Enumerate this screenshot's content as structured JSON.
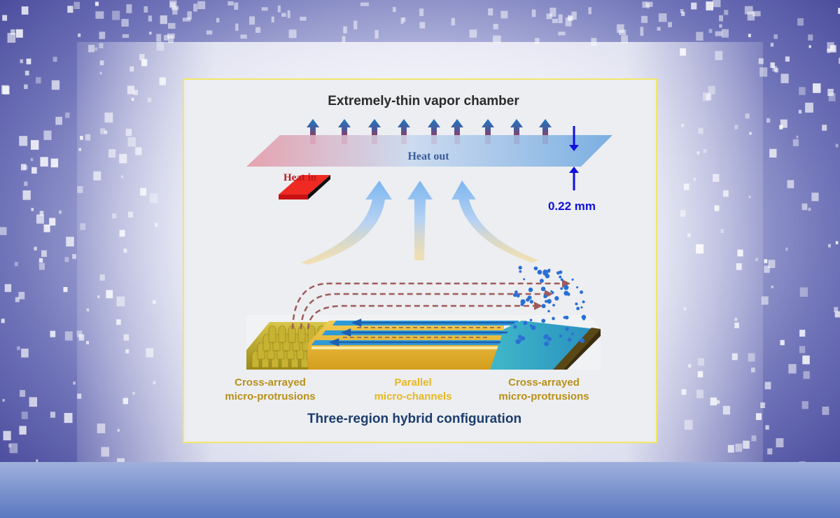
{
  "top": {
    "title": "Extremely-thin vapor chamber",
    "heat_out": "Heat out",
    "heat_in": "Heat in",
    "thickness": "0.22 mm"
  },
  "bottom": {
    "labels": [
      [
        "Cross-arrayed",
        "micro-protrusions"
      ],
      [
        "Parallel",
        "micro-channels"
      ],
      [
        "Cross-arrayed",
        "micro-protrusions"
      ]
    ],
    "caption": "Three-region hybrid configuration"
  },
  "colors": {
    "border": "#f2e66a",
    "title": "#2b2b2b",
    "heat_out": "#3a5a9a",
    "heat_in": "#c0171b",
    "dimension": "#1010e0",
    "protrusion_label": "#b8901a",
    "channel_label": "#e8b820",
    "caption": "#1c3d6e"
  }
}
